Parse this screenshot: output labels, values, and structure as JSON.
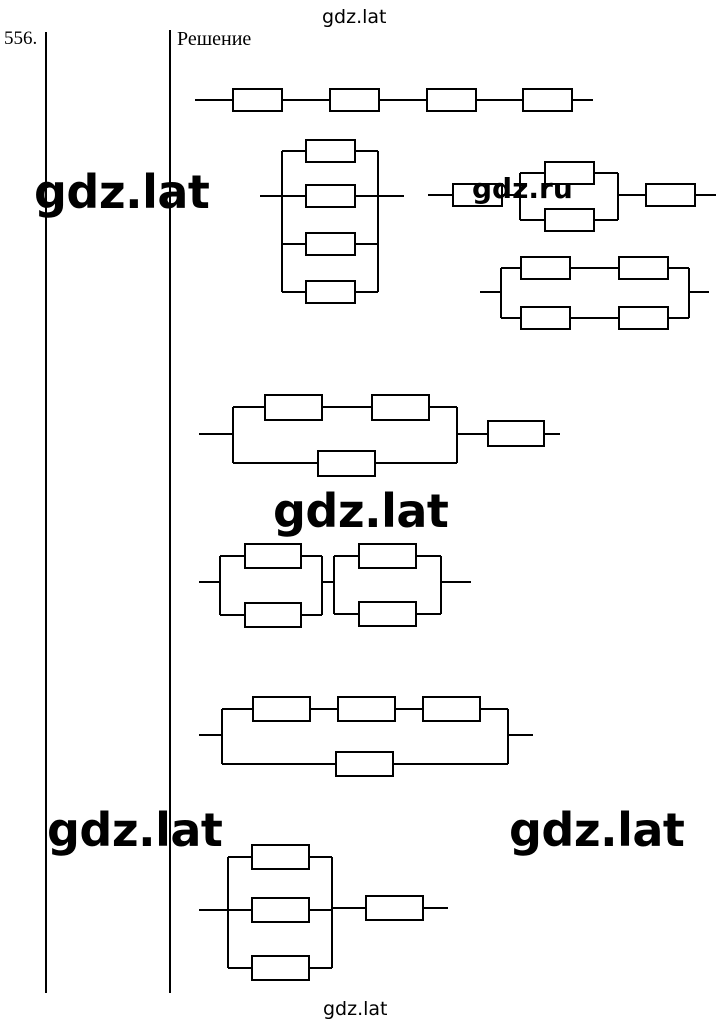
{
  "header": {
    "site": "gdz.lat"
  },
  "footer": {
    "site": "gdz.lat"
  },
  "task": {
    "number": "556.",
    "solution_label": "Решение"
  },
  "watermarks": {
    "left_top": "gdz.lat",
    "center": "gdz.lat",
    "left_bottom": "gdz.lat",
    "right_bottom": "gdz.lat",
    "ru": "gdz.ru"
  },
  "colors": {
    "ink": "#000000",
    "background": "#ffffff"
  },
  "circuits": [
    {
      "id": "1",
      "topology": "4 resistors in series"
    },
    {
      "id": "2",
      "topology": "4 resistors in parallel"
    },
    {
      "id": "3",
      "topology": "1 resistor in series with 2 in parallel, then 1 in series"
    },
    {
      "id": "4",
      "topology": "2 branches in parallel, each with 2 resistors in series"
    },
    {
      "id": "5",
      "topology": "(2 in series) parallel with 1, then 1 in series"
    },
    {
      "id": "6",
      "topology": "2 parallel pairs connected in series"
    },
    {
      "id": "7",
      "topology": "(3 in series) parallel with 1"
    },
    {
      "id": "8",
      "topology": "3 in parallel, then 1 in series"
    }
  ]
}
